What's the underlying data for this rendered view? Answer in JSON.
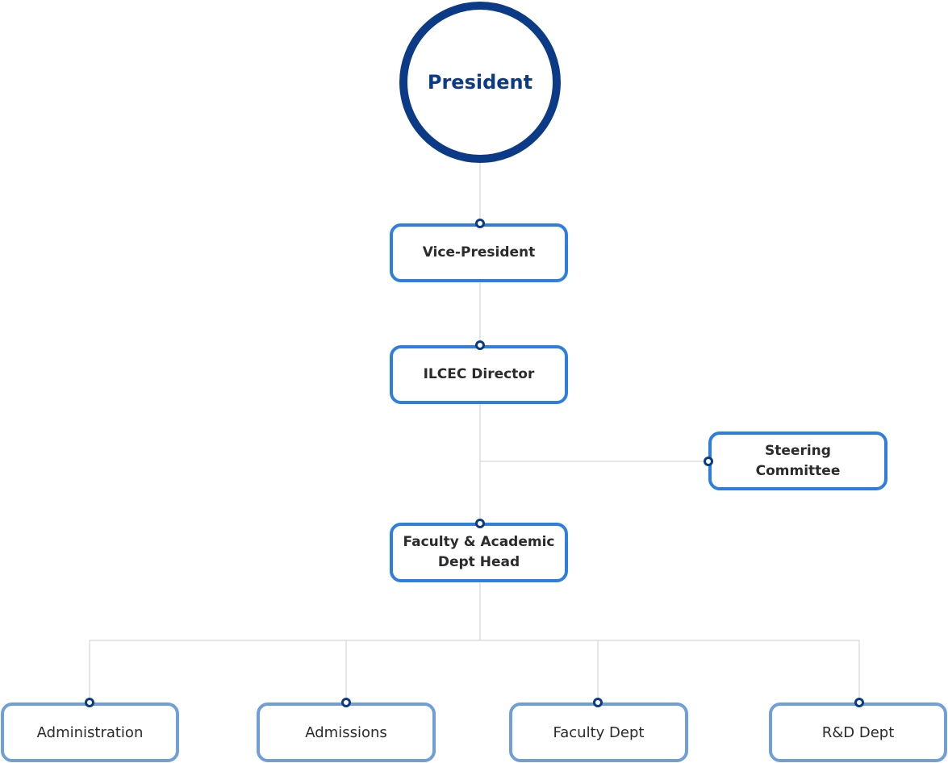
{
  "colors": {
    "president_border": "#0b3b86",
    "box_border": "#2e7ee0",
    "bottom_box_border": "#6f9fd6",
    "connector": "#cccccc",
    "dot": "#0b3b86"
  },
  "nodes": {
    "president": "President",
    "vice_president": "Vice-President",
    "ilcec_director": "ILCEC Director",
    "steering_committee": "Steering\nCommittee",
    "faculty_head": "Faculty & Academic\nDept Head",
    "administration": "Administration",
    "admissions": "Admissions",
    "faculty_dept": "Faculty Dept",
    "rd_dept": "R&D Dept"
  }
}
